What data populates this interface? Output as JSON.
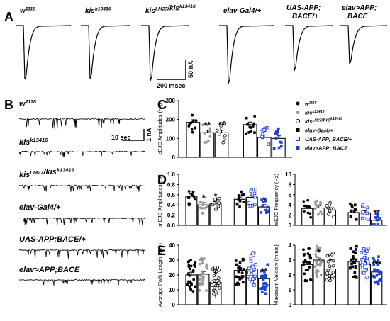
{
  "panel_labels": {
    "a": "A",
    "b": "B",
    "c": "C",
    "d": "D",
    "e": "E"
  },
  "genotypes_a": [
    {
      "main": "w",
      "sup": "1118"
    },
    {
      "main": "kis",
      "sup": "k13416"
    },
    {
      "main": "kis",
      "sup": "LM27",
      "main2": "/kis",
      "sup2": "k13416"
    },
    {
      "main": "elav-Gal4/+"
    },
    {
      "main": "UAS-APP;",
      "line2": "BACE/+"
    },
    {
      "main": "elav>APP;",
      "line2": "BACE"
    }
  ],
  "scale_a": {
    "x_label": "200 msec",
    "y_label": "50 nA"
  },
  "traces_b": [
    {
      "main": "w",
      "sup": "1118"
    },
    {
      "main": "kis",
      "sup": "k13416"
    },
    {
      "main": "kis",
      "sup": "LM27",
      "main2": "/kis",
      "sup2": "k13416"
    },
    {
      "main": "elav-Gal4/+"
    },
    {
      "main": "UAS-APP;BACE/+"
    },
    {
      "main": "elav>APP;BACE"
    }
  ],
  "scale_b": {
    "x_label": "10 sec",
    "y_label": "1 nA"
  },
  "legend": [
    {
      "main": "w",
      "sup": "1118",
      "marker": "filled-circle",
      "color": "#000000"
    },
    {
      "main": "kis",
      "sup": "k13416",
      "marker": "filled-circle",
      "color": "#999999"
    },
    {
      "main": "kis",
      "sup": "LM27",
      "main2": "/kis",
      "sup2": "k13416",
      "marker": "open-circle",
      "color": "#000000"
    },
    {
      "main": "elav-Gal4/+",
      "marker": "filled-square",
      "color": "#000000"
    },
    {
      "main": "UAS-APP; BACE/+",
      "marker": "open-square",
      "color": "#1c3fd6"
    },
    {
      "main": "elav>APP; BACE",
      "marker": "filled-square",
      "color": "#1c3fd6"
    }
  ],
  "chart_data": [
    {
      "panel": "C",
      "type": "bar",
      "ylabel": "eEJC Amplitudes (nA)",
      "ylim": [
        0,
        300
      ],
      "yticks": [
        "0",
        "100",
        "200",
        "300"
      ],
      "values": [
        185,
        130,
        130,
        173,
        105,
        100
      ],
      "sig": [
        "",
        "**",
        "**",
        "",
        "",
        ""
      ]
    },
    {
      "panel": "D1",
      "type": "bar",
      "ylabel": "mEJC Amplitudes (nA)",
      "ylim": [
        0,
        1.0
      ],
      "yticks": [
        "0.0",
        "0.2",
        "0.4",
        "0.6",
        "0.8",
        "1.0"
      ],
      "values": [
        0.57,
        0.4,
        0.42,
        0.51,
        0.55,
        0.36
      ],
      "sig": [
        "",
        "*",
        "*",
        "",
        "",
        "*"
      ]
    },
    {
      "panel": "D2",
      "type": "bar",
      "ylabel": "mEJC Frequency (Hz)",
      "ylim": [
        0,
        10
      ],
      "yticks": [
        "0",
        "2",
        "4",
        "6",
        "8",
        "10"
      ],
      "values": [
        3.3,
        3.4,
        3.0,
        2.5,
        2.4,
        1.0
      ],
      "sig": [
        "",
        "",
        "",
        "",
        "",
        "**"
      ]
    },
    {
      "panel": "E1",
      "type": "bar",
      "ylabel": "Average Path Length (mm)",
      "ylim": [
        0,
        40
      ],
      "yticks": [
        "0",
        "10",
        "20",
        "30",
        "40"
      ],
      "values": [
        20,
        20.5,
        15,
        23,
        24,
        17.5
      ],
      "sig": [
        "",
        "",
        "*",
        "",
        "",
        "**"
      ]
    },
    {
      "panel": "E2",
      "type": "bar",
      "ylabel": "Maximum Velocity (mm/s)",
      "ylim": [
        0,
        4
      ],
      "yticks": [
        "0",
        "1",
        "2",
        "3",
        "4"
      ],
      "values": [
        2.7,
        3.0,
        2.4,
        2.9,
        2.7,
        2.2
      ],
      "sig": [
        "",
        "*",
        "*",
        "",
        "",
        "***"
      ]
    }
  ]
}
